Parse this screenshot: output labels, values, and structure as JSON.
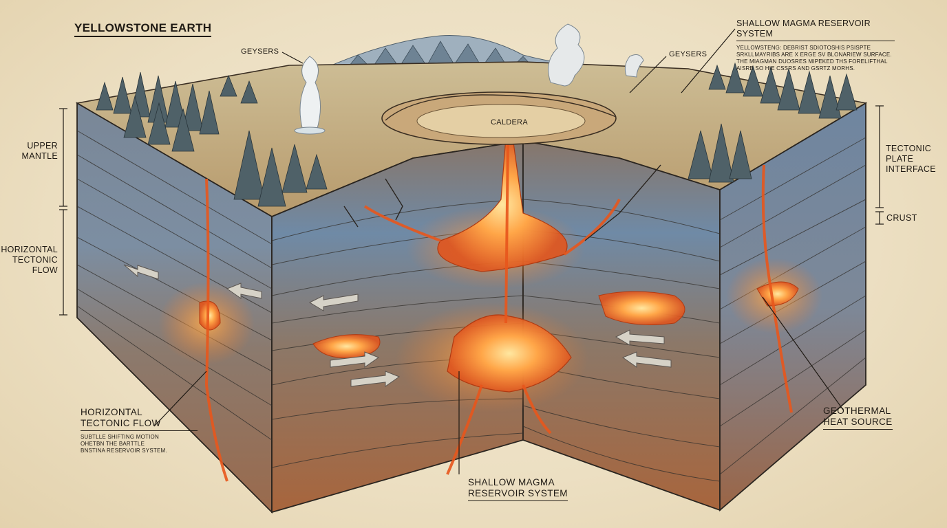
{
  "title": "YELLOWSTONE EARTH",
  "labels": {
    "geysers_left": "GEYSERS",
    "geysers_right": "GEYSERS",
    "caldera": "CALDERA",
    "upper_mantle": [
      "UPPER",
      "MANTLE"
    ],
    "horizontal_flow_left": [
      "HORIZONTAL",
      "TECTONIC",
      "FLOW"
    ],
    "tectonic_interface": [
      "TECTONIC",
      "PLATE",
      "INTERFACE"
    ],
    "crust": "CRUST",
    "geothermal": [
      "GEOTHERMAL",
      "HEAT SOURCE"
    ],
    "shallow_magma_bottom": [
      "SHALLOW MAGMA",
      "RESERVOIR SYSTEM"
    ]
  },
  "callout_top_right": {
    "heading": "SHALLOW MAGMA RESERVOIR SYSTEM",
    "lines": [
      "YELLOWSTENG: DEBRIST SDIOTOSHIS PSISPTE",
      "SRKLLMAYRIBS ARE X ERGE SV BLONARIEW SURFACE.",
      "THE MIAGMAN DUOSRES MIPEKED THS FORELIFTHAL",
      "AISRB SO HIE CSSRS AND GSRTZ MORHS."
    ]
  },
  "callout_bottom_left": {
    "heading": [
      "HORIZONTAL",
      "TECTONIC FLOW"
    ],
    "lines": [
      "SUBTLLE SHIFTING MOTION",
      "OHETBN THE BARTTLE",
      "BNSTINA RESERVOIR SYSTEM."
    ]
  },
  "colors": {
    "parchment": "#efe3c8",
    "rock_blue": "#7d93aa",
    "rock_brown": "#8a6a52",
    "magma": "#f07a2a",
    "magma_glow": "#ffd27a",
    "ink": "#1f1a14",
    "forest": "#4f6168"
  },
  "icons": [
    "geyser-plume-icon",
    "pine-tree-icon",
    "flow-arrow-icon"
  ]
}
